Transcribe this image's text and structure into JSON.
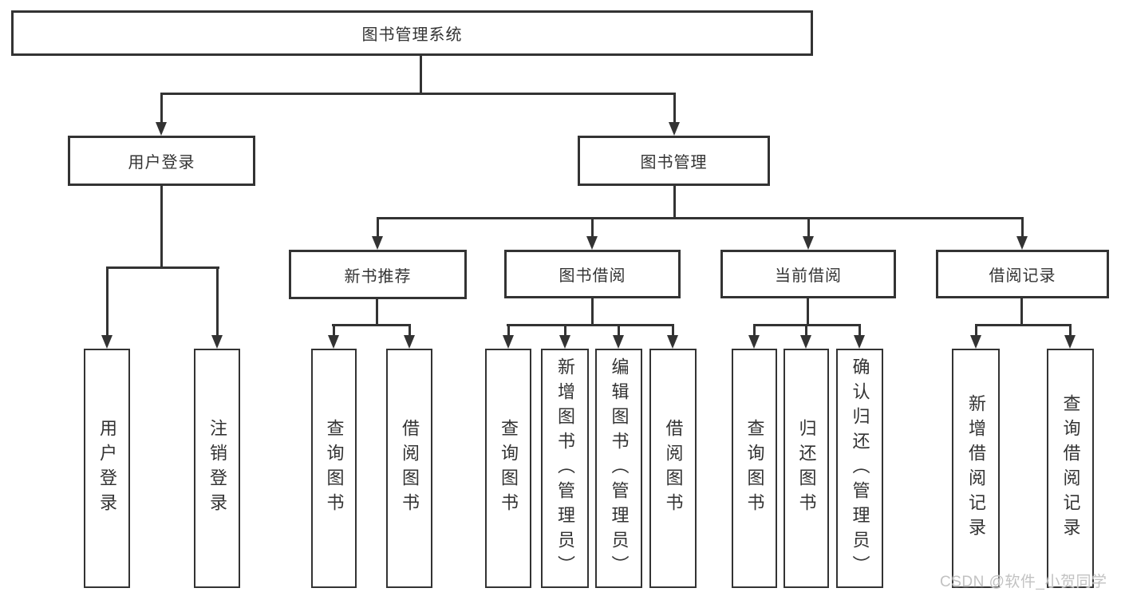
{
  "tree": {
    "label": "图书管理系统",
    "children": [
      {
        "label": "用户登录",
        "children": [
          {
            "label": "用户登录"
          },
          {
            "label": "注销登录"
          }
        ]
      },
      {
        "label": "图书管理",
        "children": [
          {
            "label": "新书推荐",
            "children": [
              {
                "label": "查询图书"
              },
              {
                "label": "借阅图书"
              }
            ]
          },
          {
            "label": "图书借阅",
            "children": [
              {
                "label": "查询图书"
              },
              {
                "label": "新增图书（管理员）"
              },
              {
                "label": "编辑图书（管理员）"
              },
              {
                "label": "借阅图书"
              }
            ]
          },
          {
            "label": "当前借阅",
            "children": [
              {
                "label": "查询图书"
              },
              {
                "label": "归还图书"
              },
              {
                "label": "确认归还（管理员）"
              }
            ]
          },
          {
            "label": "借阅记录",
            "children": [
              {
                "label": "新增借阅记录"
              },
              {
                "label": "查询借阅记录"
              }
            ]
          }
        ]
      }
    ]
  },
  "watermark": {
    "text": "CSDN @软件_小贺同学"
  },
  "colors": {
    "line": "#333333",
    "box_border": "#333333",
    "box_background": "#ffffff",
    "text": "#333333",
    "watermark": "#c2c2c2"
  },
  "icons": {
    "arrow_down_icon": "solid downward triangle (css border shape)"
  }
}
